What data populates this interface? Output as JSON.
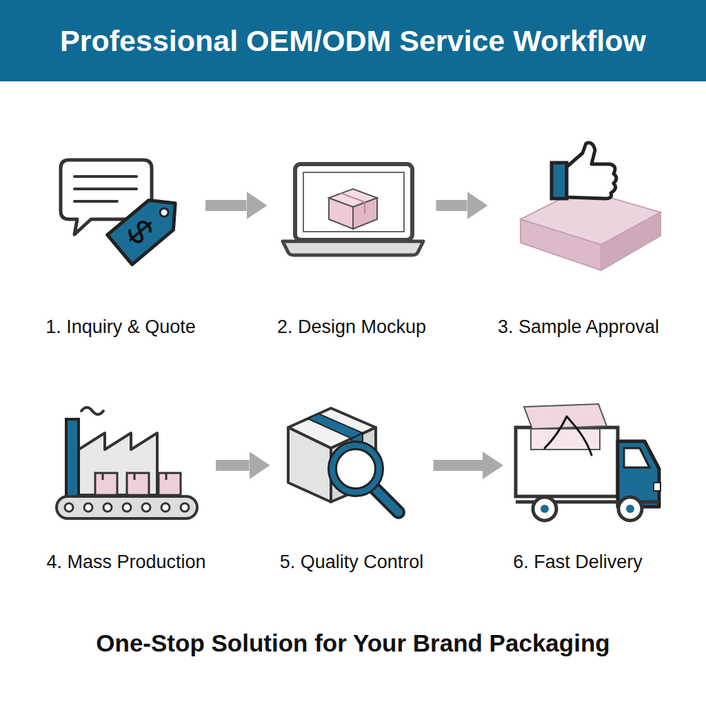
{
  "diagram": {
    "title": "Professional OEM/ODM Service Workflow",
    "caption": "One-Stop Solution for Your Brand Packaging",
    "nodes": [
      {
        "text": [
          "1. Inquiry & Quote"
        ]
      },
      {
        "text": [
          "2. Design Mockup"
        ]
      },
      {
        "text": [
          "3. Sample Approval"
        ]
      },
      {
        "text": [
          "4. Mass Production"
        ]
      },
      {
        "text": [
          "5. Quality Control"
        ]
      },
      {
        "text": [
          "6. Fast Delivery"
        ]
      }
    ],
    "edges": [
      {
        "from": 0,
        "to": 1,
        "arrow": "to"
      },
      {
        "from": 1,
        "to": 2,
        "arrow": "to"
      },
      {
        "from": 3,
        "to": 4,
        "arrow": "to"
      },
      {
        "from": 4,
        "to": 5,
        "arrow": "to"
      }
    ]
  }
}
